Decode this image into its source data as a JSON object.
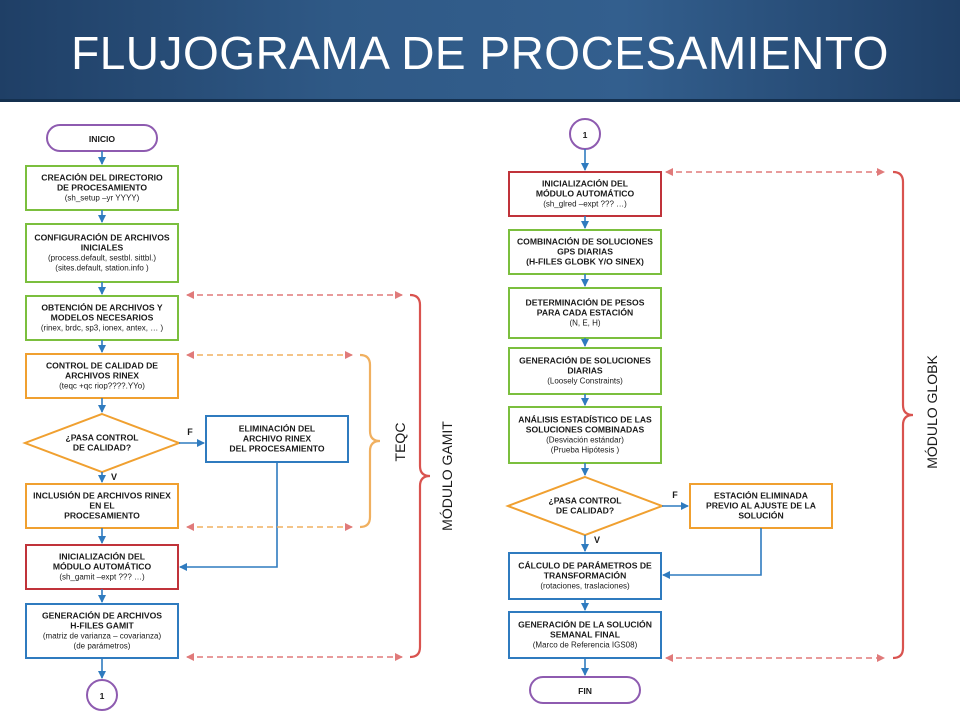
{
  "title": "FLUJOGRAMA DE PROCESAMIENTO",
  "colors": {
    "green": "#7bbf3e",
    "orange": "#f0a030",
    "red": "#c0333a",
    "blue": "#2f7bbf",
    "purple": "#8e5bb0",
    "arrow": "#2f7bbf",
    "dashed": "#e07a7a",
    "brace": "#d9534f"
  },
  "left": {
    "inicio": "INICIO",
    "box1": [
      "CREACIÓN DEL DIRECTORIO",
      "DE PROCESAMIENTO",
      "(sh_setup –yr YYYY)"
    ],
    "box2": [
      "CONFIGURACIÓN DE ARCHIVOS",
      "INICIALES",
      "(process.default, sestbl. sittbl.)",
      "(sites.default, station.info )"
    ],
    "box3": [
      "OBTENCIÓN DE ARCHIVOS Y",
      "MODELOS NECESARIOS",
      "(rinex, brdc, sp3, ionex, antex, … )"
    ],
    "box4": [
      "CONTROL DE CALIDAD DE",
      "ARCHIVOS RINEX",
      "(teqc +qc riop????.YYo)"
    ],
    "decision": [
      "¿PASA CONTROL",
      "DE CALIDAD?"
    ],
    "f_label": "F",
    "v_label": "V",
    "elim": [
      "ELIMINACIÓN DEL",
      "ARCHIVO RINEX",
      "DEL PROCESAMIENTO"
    ],
    "box5": [
      "INCLUSIÓN DE ARCHIVOS RINEX",
      "EN EL",
      "PROCESAMIENTO"
    ],
    "box6": [
      "INICIALIZACIÓN DEL",
      "MÓDULO AUTOMÁTICO",
      "(sh_gamit –expt ??? …)"
    ],
    "box7": [
      "GENERACIÓN DE ARCHIVOS",
      "H-FILES GAMIT",
      "(matriz de varianza – covarianza)",
      "(de parámetros)"
    ],
    "connector": "1",
    "teqc": "TEQC",
    "gamit": "MÓDULO GAMIT"
  },
  "right": {
    "connector": "1",
    "box1": [
      "INICIALIZACIÓN DEL",
      "MÓDULO AUTOMÁTICO",
      "(sh_glred –expt ??? …)"
    ],
    "box2": [
      "COMBINACIÓN DE SOLUCIONES",
      "GPS DIARIAS",
      "(H-FILES GLOBK Y/O SINEX)"
    ],
    "box3": [
      "DETERMINACIÓN DE PESOS",
      "PARA CADA ESTACIÓN",
      "(N, E, H)"
    ],
    "box4": [
      "GENERACIÓN DE SOLUCIONES",
      "DIARIAS",
      "(Loosely Constraints)"
    ],
    "box5": [
      "ANÁLISIS ESTADÍSTICO DE LAS",
      "SOLUCIONES COMBINADAS",
      "(Desviación estándar)",
      "(Prueba Hipótesis )"
    ],
    "decision": [
      "¿PASA CONTROL",
      "DE CALIDAD?"
    ],
    "f_label": "F",
    "v_label": "V",
    "elim": [
      "ESTACIÓN ELIMINADA",
      "PREVIO AL AJUSTE DE LA",
      "SOLUCIÓN"
    ],
    "box6": [
      "CÁLCULO DE PARÁMETROS DE",
      "TRANSFORMACIÓN",
      "(rotaciones, traslaciones)"
    ],
    "box7": [
      "GENERACIÓN DE LA SOLUCIÓN",
      "SEMANAL FINAL",
      "(Marco de Referencia IGS08)"
    ],
    "fin": "FIN",
    "globk": "MÓDULO GLOBK"
  }
}
